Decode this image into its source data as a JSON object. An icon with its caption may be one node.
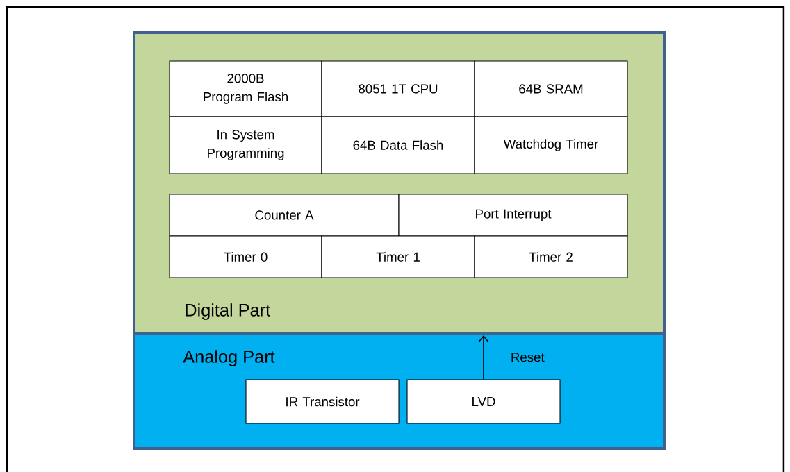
{
  "diagram": {
    "nodes": [
      {
        "text": [
          "Digital Part"
        ]
      },
      {
        "text": [
          "2000B Program Flash"
        ],
        "in": 0
      },
      {
        "text": [
          "8051 1T CPU"
        ],
        "in": 0
      },
      {
        "text": [
          "64B SRAM"
        ],
        "in": 0
      },
      {
        "text": [
          "In System Programming"
        ],
        "in": 0
      },
      {
        "text": [
          "64B Data Flash"
        ],
        "in": 0
      },
      {
        "text": [
          "Watchdog Timer"
        ],
        "in": 0
      },
      {
        "text": [
          "Counter A"
        ],
        "in": 0
      },
      {
        "text": [
          "Port Interrupt"
        ],
        "in": 0
      },
      {
        "text": [
          "Timer 0"
        ],
        "in": 0
      },
      {
        "text": [
          "Timer 1"
        ],
        "in": 0
      },
      {
        "text": [
          "Timer 2"
        ],
        "in": 0
      },
      {
        "text": [
          "Analog Part"
        ]
      },
      {
        "text": [
          "IR Transistor"
        ],
        "in": 12
      },
      {
        "text": [
          "LVD"
        ],
        "in": 12
      }
    ],
    "edges": [
      {
        "from": 14,
        "to": 0,
        "arrow": "to",
        "label": "Reset"
      }
    ]
  }
}
